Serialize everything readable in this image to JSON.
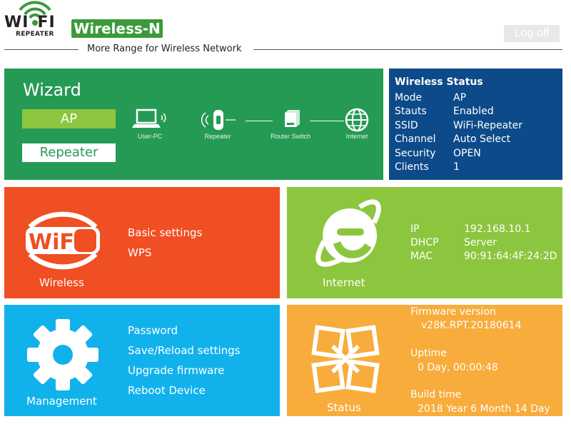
{
  "header": {
    "logo_word_left": "WI",
    "logo_word_right": "FI",
    "logo_sub": "REPEATER",
    "brand": "Wireless-N",
    "tagline": "More Range for Wireless Network",
    "logoff_label": "Log off"
  },
  "wizard": {
    "title": "Wizard",
    "modes": [
      {
        "label": "AP",
        "selected": true
      },
      {
        "label": "Repeater",
        "selected": false
      }
    ],
    "devices": [
      "User-PC",
      "Repeater",
      "Router Switch",
      "Internet"
    ]
  },
  "wireless_status": {
    "title": "Wireless Status",
    "rows": [
      {
        "key": "Mode",
        "value": "AP"
      },
      {
        "key": "Stauts",
        "value": "Enabled"
      },
      {
        "key": "SSID",
        "value": "WiFi-Repeater"
      },
      {
        "key": "Channel",
        "value": "Auto Select"
      },
      {
        "key": "Security",
        "value": "OPEN"
      },
      {
        "key": "Clients",
        "value": "1"
      }
    ]
  },
  "wireless_tile": {
    "label": "Wireless",
    "logo_text": "WiFi",
    "links": [
      "Basic settings",
      "WPS"
    ]
  },
  "internet_tile": {
    "label": "Internet",
    "rows": [
      {
        "key": "IP",
        "value": "192.168.10.1"
      },
      {
        "key": "DHCP",
        "value": "Server"
      },
      {
        "key": "MAC",
        "value": "90:91:64:4F:24:2D"
      }
    ]
  },
  "management_tile": {
    "label": "Management",
    "links": [
      "Password",
      "Save/Reload settings",
      "Upgrade firmware",
      "Reboot Device"
    ]
  },
  "status_tile": {
    "label": "Status",
    "firmware_label": "Firmware version",
    "firmware_value": "v28K.RPT.20180614",
    "uptime_label": "Uptime",
    "uptime_value": "0 Day, 00:00:48",
    "build_label": "Build time",
    "build_value": "2018 Year 6 Month 14 Day"
  },
  "colors": {
    "wizard": "#259a55",
    "wireless_status": "#0d4a8a",
    "wireless": "#f04e23",
    "internet": "#8cc63f",
    "management": "#11b2ec",
    "status": "#f8ac3b"
  }
}
